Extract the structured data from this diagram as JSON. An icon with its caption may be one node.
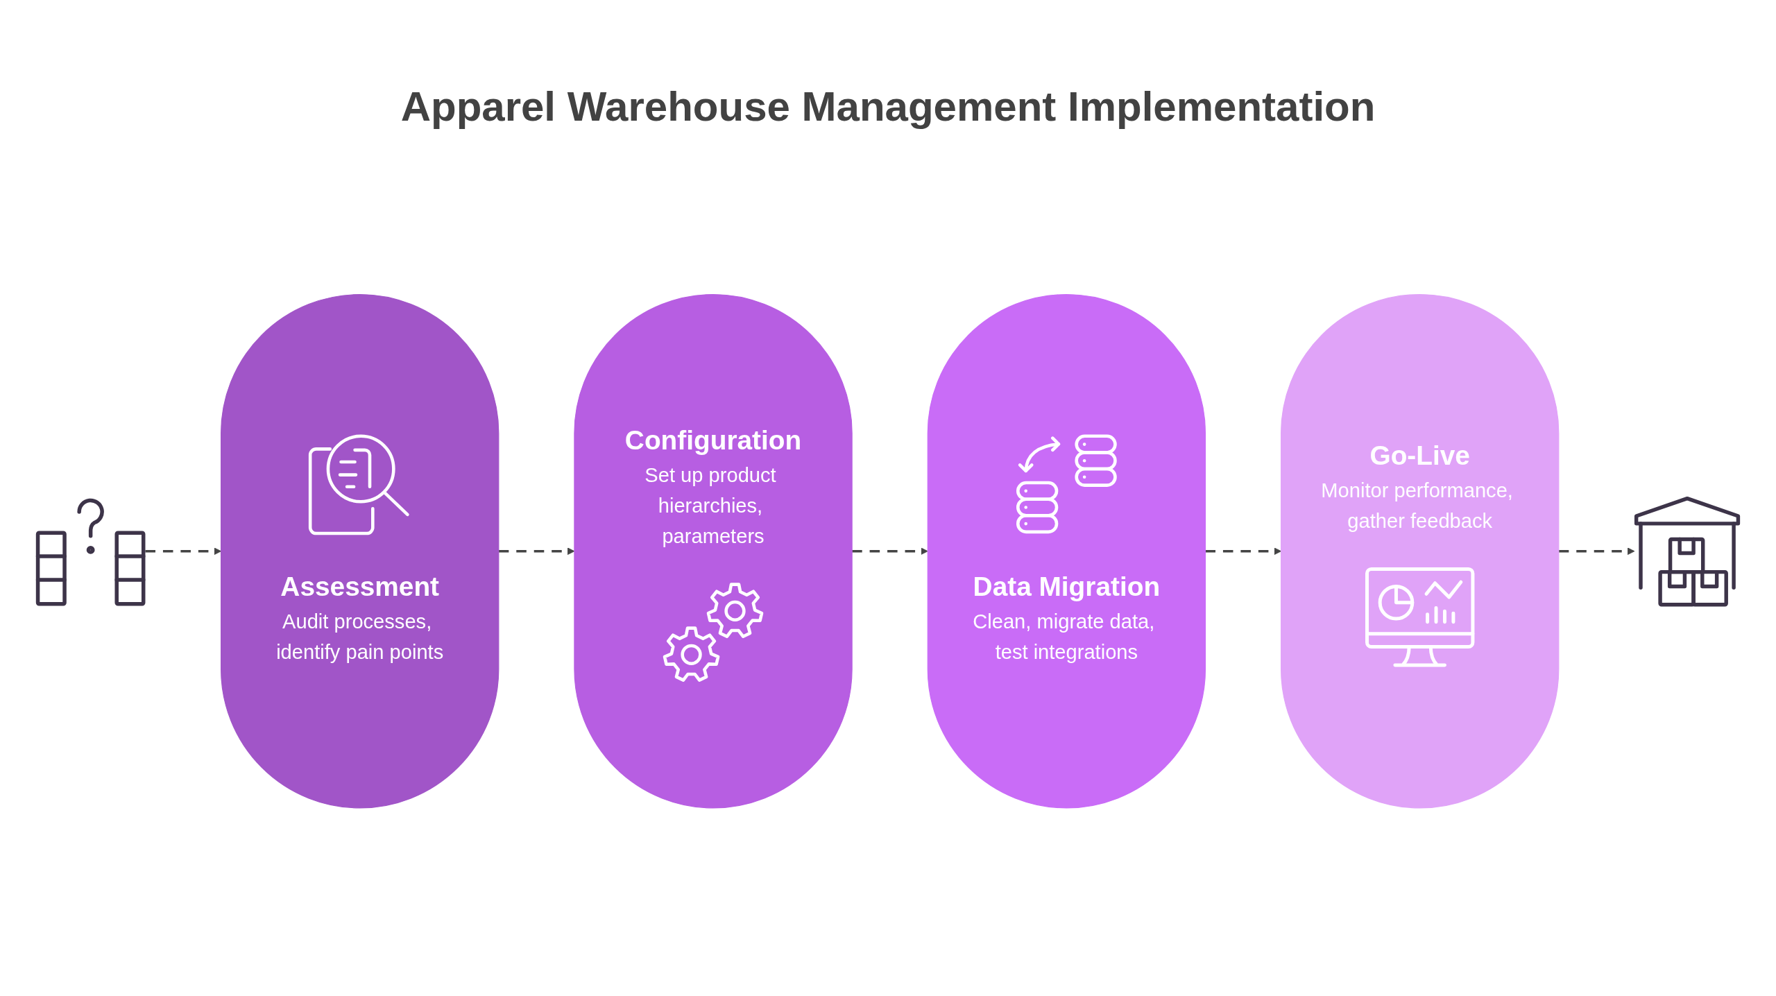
{
  "diagram": {
    "title": "Apparel Warehouse Management Implementation",
    "nodes": [
      {
        "text": [],
        "shape": "picture"
      },
      {
        "text": [
          "Assessment",
          "Audit processes, identify pain points"
        ]
      },
      {
        "text": [
          "Configuration",
          "Set up product hierarchies, parameters"
        ]
      },
      {
        "text": [
          "Data Migration",
          "Clean, migrate data, test integrations"
        ]
      },
      {
        "text": [
          "Go-Live",
          "Monitor performance, gather feedback"
        ]
      },
      {
        "text": [],
        "shape": "picture"
      }
    ],
    "edges": [
      {
        "from": 0,
        "to": 1,
        "arrow": "to",
        "style": "dashed"
      },
      {
        "from": 1,
        "to": 2,
        "arrow": "to",
        "style": "dashed"
      },
      {
        "from": 2,
        "to": 3,
        "arrow": "to",
        "style": "dashed"
      },
      {
        "from": 3,
        "to": 4,
        "arrow": "to",
        "style": "dashed"
      },
      {
        "from": 4,
        "to": 5,
        "arrow": "to",
        "style": "dashed"
      }
    ]
  }
}
